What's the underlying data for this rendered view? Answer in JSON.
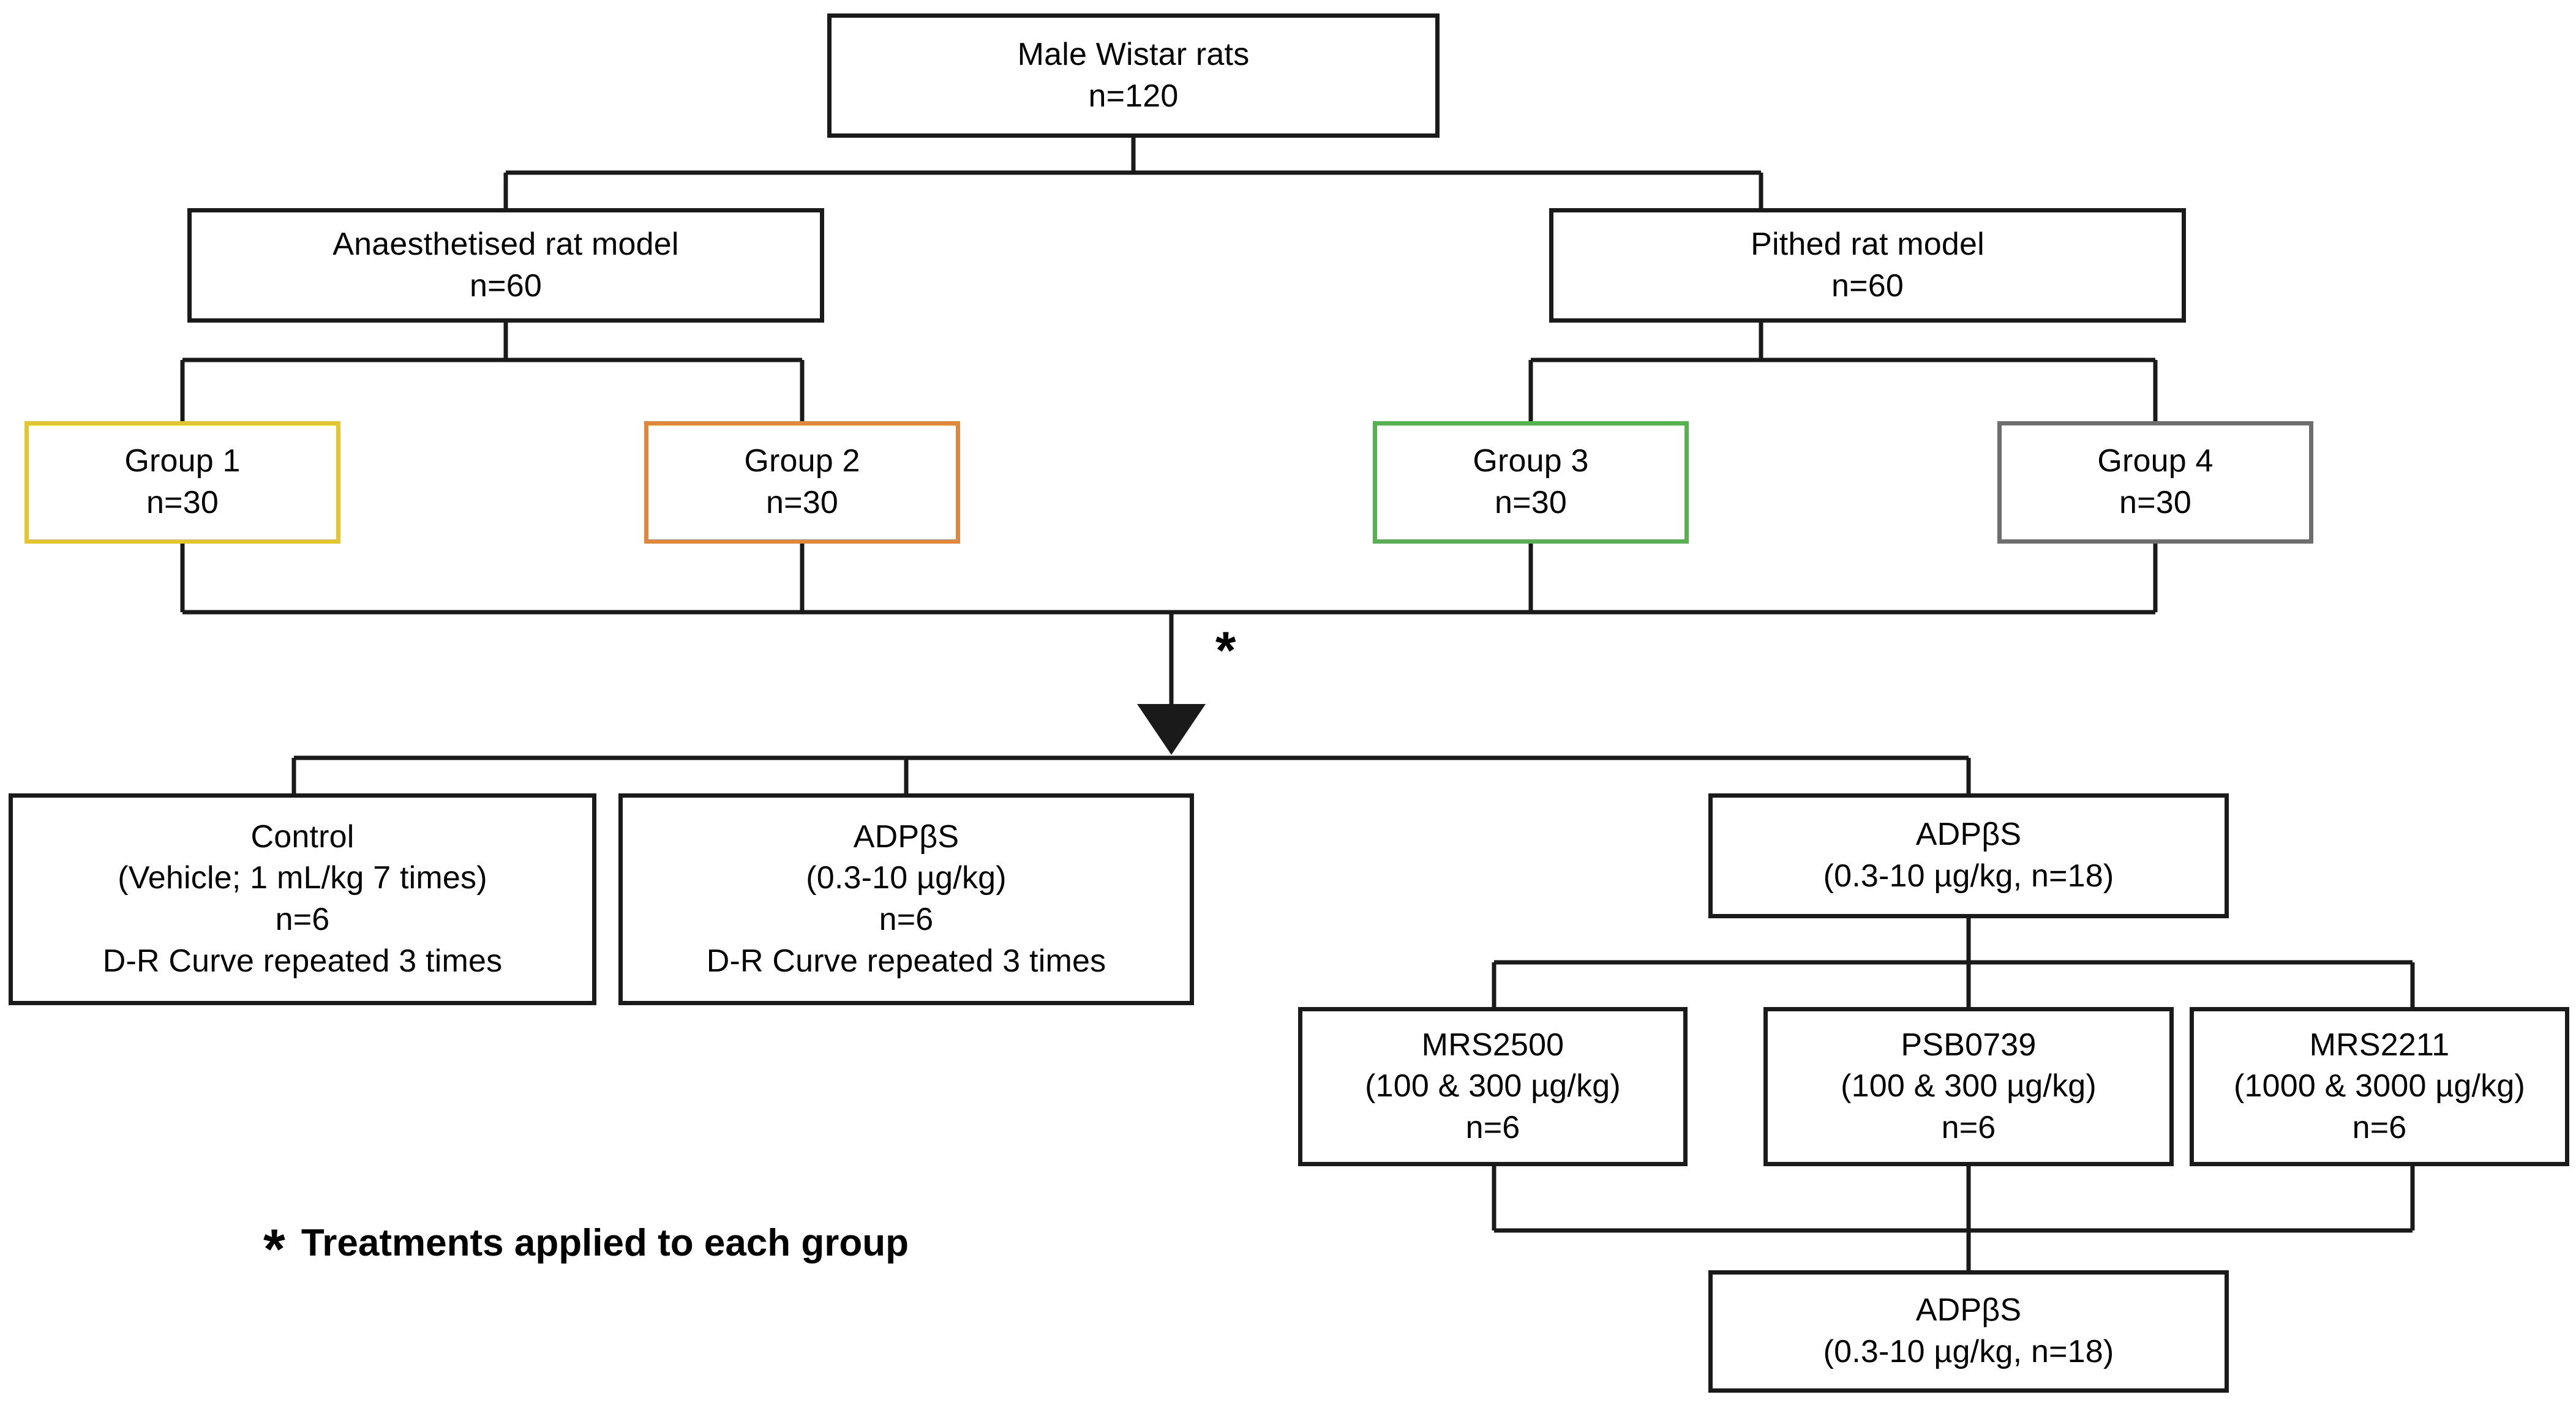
{
  "diagram": {
    "title": "Experimental design flowchart",
    "colors": {
      "default_border": "#1a1a1a",
      "yellow": "#E3C62E",
      "orange": "#E08838",
      "green": "#55B24F",
      "grey": "#6E6E6E",
      "text": "#000000",
      "background": "#ffffff"
    },
    "nodes": {
      "root": {
        "line1": "Male Wistar rats",
        "line2": "n=120"
      },
      "anaesthetised": {
        "line1": "Anaesthetised rat model",
        "line2": "n=60"
      },
      "pithed": {
        "line1": "Pithed rat model",
        "line2": "n=60"
      },
      "group1": {
        "line1": "Group 1",
        "line2": "n=30"
      },
      "group2": {
        "line1": "Group 2",
        "line2": "n=30"
      },
      "group3": {
        "line1": "Group 3",
        "line2": "n=30"
      },
      "group4": {
        "line1": "Group 4",
        "line2": "n=30"
      },
      "control": {
        "line1": "Control",
        "line2": "(Vehicle; 1 mL/kg 7 times)",
        "line3": "n=6",
        "line4": "D-R Curve repeated 3 times"
      },
      "adpbs_left": {
        "line1": "ADPβS",
        "line2": "(0.3-10 µg/kg)",
        "line3": "n=6",
        "line4": "D-R Curve repeated 3 times"
      },
      "adpbs_right": {
        "line1": "ADPβS",
        "line2": "(0.3-10 µg/kg, n=18)"
      },
      "mrs2500": {
        "line1": "MRS2500",
        "line2": "(100 & 300 µg/kg)",
        "line3": "n=6"
      },
      "psb0739": {
        "line1": "PSB0739",
        "line2": "(100 & 300 µg/kg)",
        "line3": "n=6"
      },
      "mrs2211": {
        "line1": "MRS2211",
        "line2": "(1000 & 3000 µg/kg)",
        "line3": "n=6"
      },
      "adpbs_bottom": {
        "line1": "ADPβS",
        "line2": "(0.3-10 µg/kg, n=18)"
      }
    },
    "annotations": {
      "arrow_asterisk": "*",
      "legend_star": "*",
      "legend_text": "Treatments applied to each group"
    }
  }
}
